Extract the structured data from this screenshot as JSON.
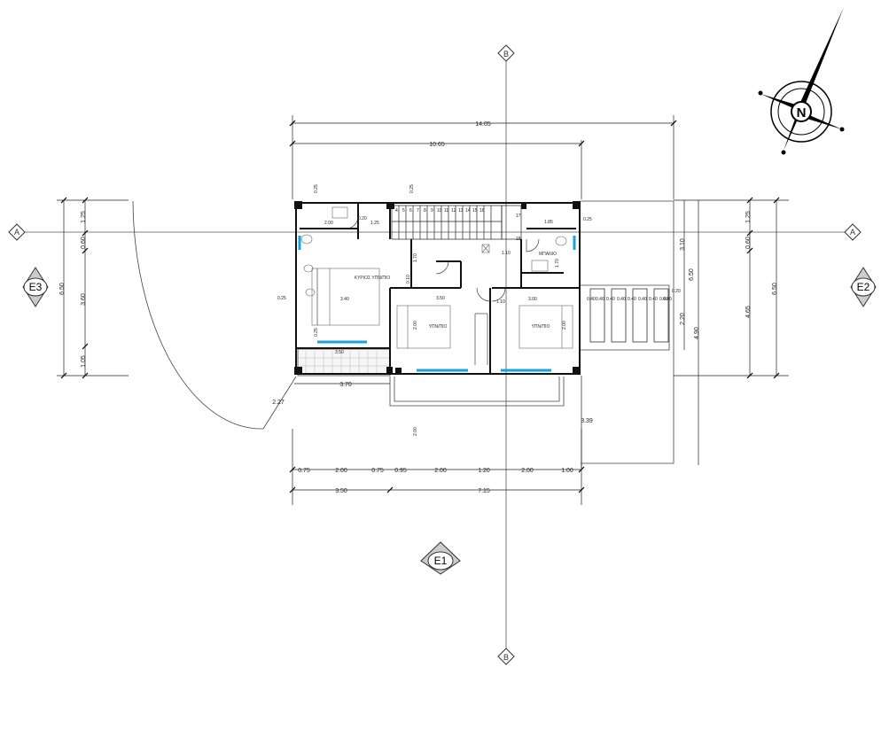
{
  "compass": {
    "label": "N"
  },
  "axes": {
    "A": "A",
    "B": "B"
  },
  "elevations": {
    "e1": "E1",
    "e2": "E2",
    "e3": "E3"
  },
  "rooms": {
    "master": "ΚΥΡΙΟΣ ΥΠΝ/ΠΙΟ",
    "bed1": "ΥΠΝ/ΠΙΟ",
    "bed2": "ΥΠΝ/ΠΙΟ",
    "bath": "ΜΠΑΝΙΟ"
  },
  "stairs": [
    "4",
    "5",
    "6",
    "7",
    "8",
    "9",
    "10",
    "11",
    "12",
    "13",
    "14",
    "15",
    "16",
    "17",
    "18"
  ],
  "dims": {
    "top_total": "14.05",
    "top_sub": "10.65",
    "bottom_row": [
      "0.75",
      "2.00",
      "0.75",
      "0.95",
      "2.00",
      "1.20",
      "2.00",
      "1.00"
    ],
    "bottom_total_a": "3.50",
    "bottom_total_b": "7.15",
    "left_chain": [
      "1.25",
      "0.60",
      "3.60",
      "1.05"
    ],
    "left_total": "6.50",
    "right_chain": [
      "1.25",
      "0.60",
      "4.65"
    ],
    "right_total": "6.50",
    "right_extra": [
      "3.10",
      "6.50",
      "2.20",
      "4.90"
    ],
    "lower_left": "3.70",
    "radius": "2.27",
    "balcony_drop": "3.39",
    "misc": [
      "0.25",
      "0.25",
      "2.00",
      "0.20",
      "1.25",
      "1.85",
      "0.25",
      "3.40",
      "0.25",
      "3.50",
      "3.00",
      "3.50",
      "1.10",
      "1.10",
      "0.10",
      "1.70",
      "1.70",
      "0.25",
      "2.00",
      "2.00",
      "2.00"
    ],
    "fins": [
      "0.40",
      "0.40",
      "0.40",
      "0.40",
      "0.40",
      "0.40",
      "0.40",
      "0.40",
      "0.40"
    ],
    "fin_end": "0.20"
  }
}
